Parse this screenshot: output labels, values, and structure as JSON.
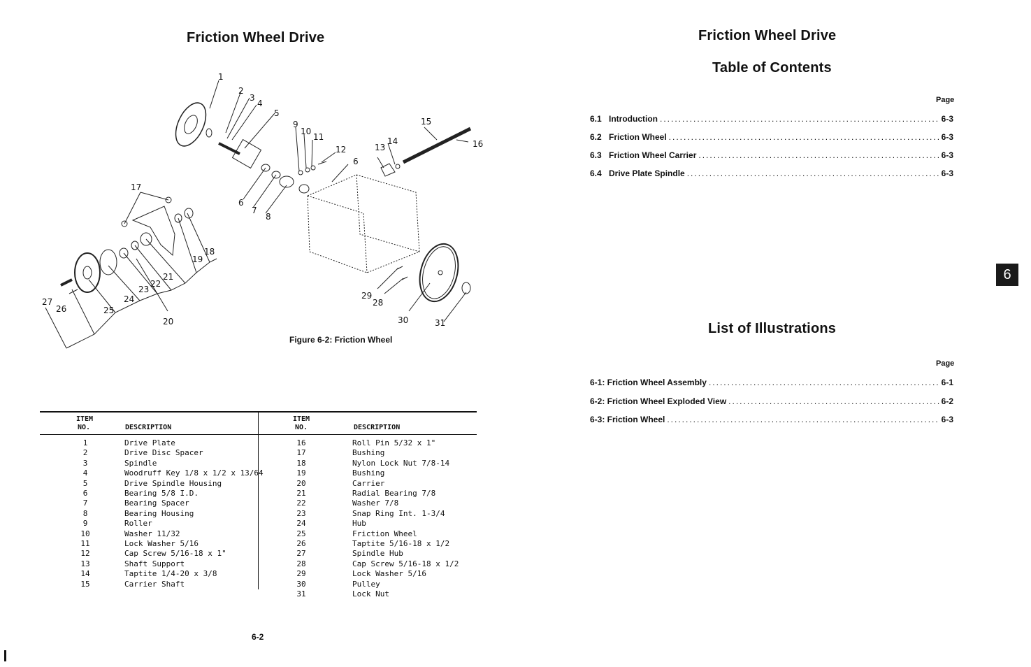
{
  "left": {
    "title": "Friction Wheel Drive",
    "figure_caption": "Figure 6-2: Friction Wheel",
    "callouts": [
      "1",
      "2",
      "3",
      "4",
      "5",
      "9",
      "10",
      "11",
      "12",
      "13",
      "14",
      "15",
      "16",
      "6",
      "6",
      "7",
      "8",
      "17",
      "18",
      "19",
      "21",
      "22",
      "23",
      "24",
      "25",
      "26",
      "27",
      "20",
      "29",
      "28",
      "30",
      "31"
    ],
    "table": {
      "headers": {
        "item_top": "ITEM",
        "item_no": "NO.",
        "description": "DESCRIPTION"
      },
      "left_rows": [
        {
          "no": "1",
          "desc": "Drive Plate"
        },
        {
          "no": "2",
          "desc": "Drive Disc Spacer"
        },
        {
          "no": "3",
          "desc": "Spindle"
        },
        {
          "no": "4",
          "desc": "Woodruff Key 1/8 x 1/2 x 13/64"
        },
        {
          "no": "5",
          "desc": "Drive Spindle Housing"
        },
        {
          "no": "6",
          "desc": "Bearing 5/8 I.D."
        },
        {
          "no": "7",
          "desc": "Bearing Spacer"
        },
        {
          "no": "8",
          "desc": "Bearing Housing"
        },
        {
          "no": "9",
          "desc": "Roller"
        },
        {
          "no": "10",
          "desc": "Washer 11/32"
        },
        {
          "no": "11",
          "desc": "Lock Washer 5/16"
        },
        {
          "no": "12",
          "desc": "Cap Screw 5/16-18 x 1\""
        },
        {
          "no": "13",
          "desc": "Shaft Support"
        },
        {
          "no": "14",
          "desc": "Taptite 1/4-20 x 3/8"
        },
        {
          "no": "15",
          "desc": "Carrier Shaft"
        }
      ],
      "right_rows": [
        {
          "no": "16",
          "desc": "Roll Pin 5/32 x 1\""
        },
        {
          "no": "17",
          "desc": "Bushing"
        },
        {
          "no": "18",
          "desc": "Nylon Lock Nut 7/8-14"
        },
        {
          "no": "19",
          "desc": "Bushing"
        },
        {
          "no": "20",
          "desc": "Carrier"
        },
        {
          "no": "21",
          "desc": "Radial Bearing 7/8"
        },
        {
          "no": "22",
          "desc": "Washer 7/8"
        },
        {
          "no": "23",
          "desc": "Snap Ring Int. 1-3/4"
        },
        {
          "no": "24",
          "desc": "Hub"
        },
        {
          "no": "25",
          "desc": "Friction Wheel"
        },
        {
          "no": "26",
          "desc": "Taptite 5/16-18 x 1/2"
        },
        {
          "no": "27",
          "desc": "Spindle Hub"
        },
        {
          "no": "28",
          "desc": "Cap Screw 5/16-18 x 1/2"
        },
        {
          "no": "29",
          "desc": "Lock Washer 5/16"
        },
        {
          "no": "30",
          "desc": "Pulley"
        },
        {
          "no": "31",
          "desc": "Lock Nut"
        }
      ]
    },
    "page_number": "6-2"
  },
  "right": {
    "title": "Friction Wheel Drive",
    "toc_title": "Table of Contents",
    "page_label": "Page",
    "toc": [
      {
        "num": "6.1",
        "label": "Introduction",
        "page": "6-3"
      },
      {
        "num": "6.2",
        "label": "Friction Wheel",
        "page": "6-3"
      },
      {
        "num": "6.3",
        "label": "Friction Wheel Carrier",
        "page": "6-3"
      },
      {
        "num": "6.4",
        "label": "Drive Plate Spindle",
        "page": "6-3"
      }
    ],
    "illustrations_title": "List of Illustrations",
    "illustrations": [
      {
        "label": "6-1: Friction Wheel Assembly",
        "page": "6-1"
      },
      {
        "label": "6-2: Friction Wheel Exploded View",
        "page": "6-2"
      },
      {
        "label": "6-3: Friction Wheel",
        "page": "6-3"
      }
    ],
    "section_tab": "6"
  },
  "dots": "..............................................................................................................................."
}
